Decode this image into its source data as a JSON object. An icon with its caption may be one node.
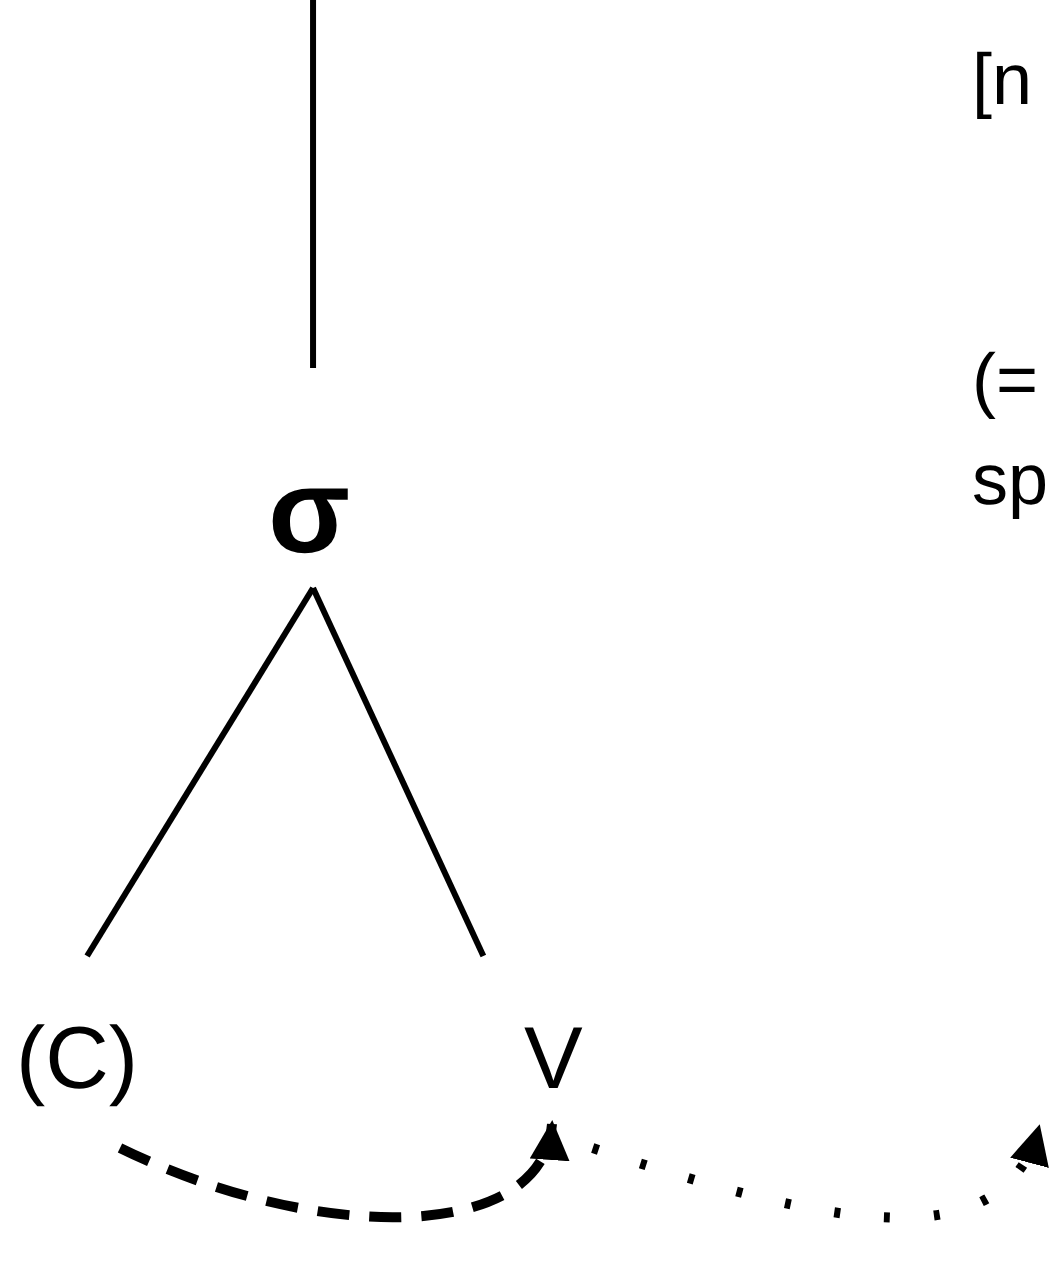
{
  "diagram": {
    "nodes": [
      {
        "text": [
          "σ"
        ]
      },
      {
        "text": [
          "(C)"
        ]
      },
      {
        "text": [
          "V"
        ]
      }
    ],
    "edges": [
      {
        "from": null,
        "to": 0,
        "arrow": "none"
      },
      {
        "from": 0,
        "to": 1,
        "arrow": "none"
      },
      {
        "from": 0,
        "to": 2,
        "arrow": "none"
      },
      {
        "from": 1,
        "to": 2,
        "arrow": "to",
        "style": "dashed"
      },
      {
        "from": 2,
        "to": null,
        "arrow": "to",
        "style": "dashed"
      }
    ],
    "labels": [
      "[n",
      "(=",
      "sp"
    ]
  }
}
